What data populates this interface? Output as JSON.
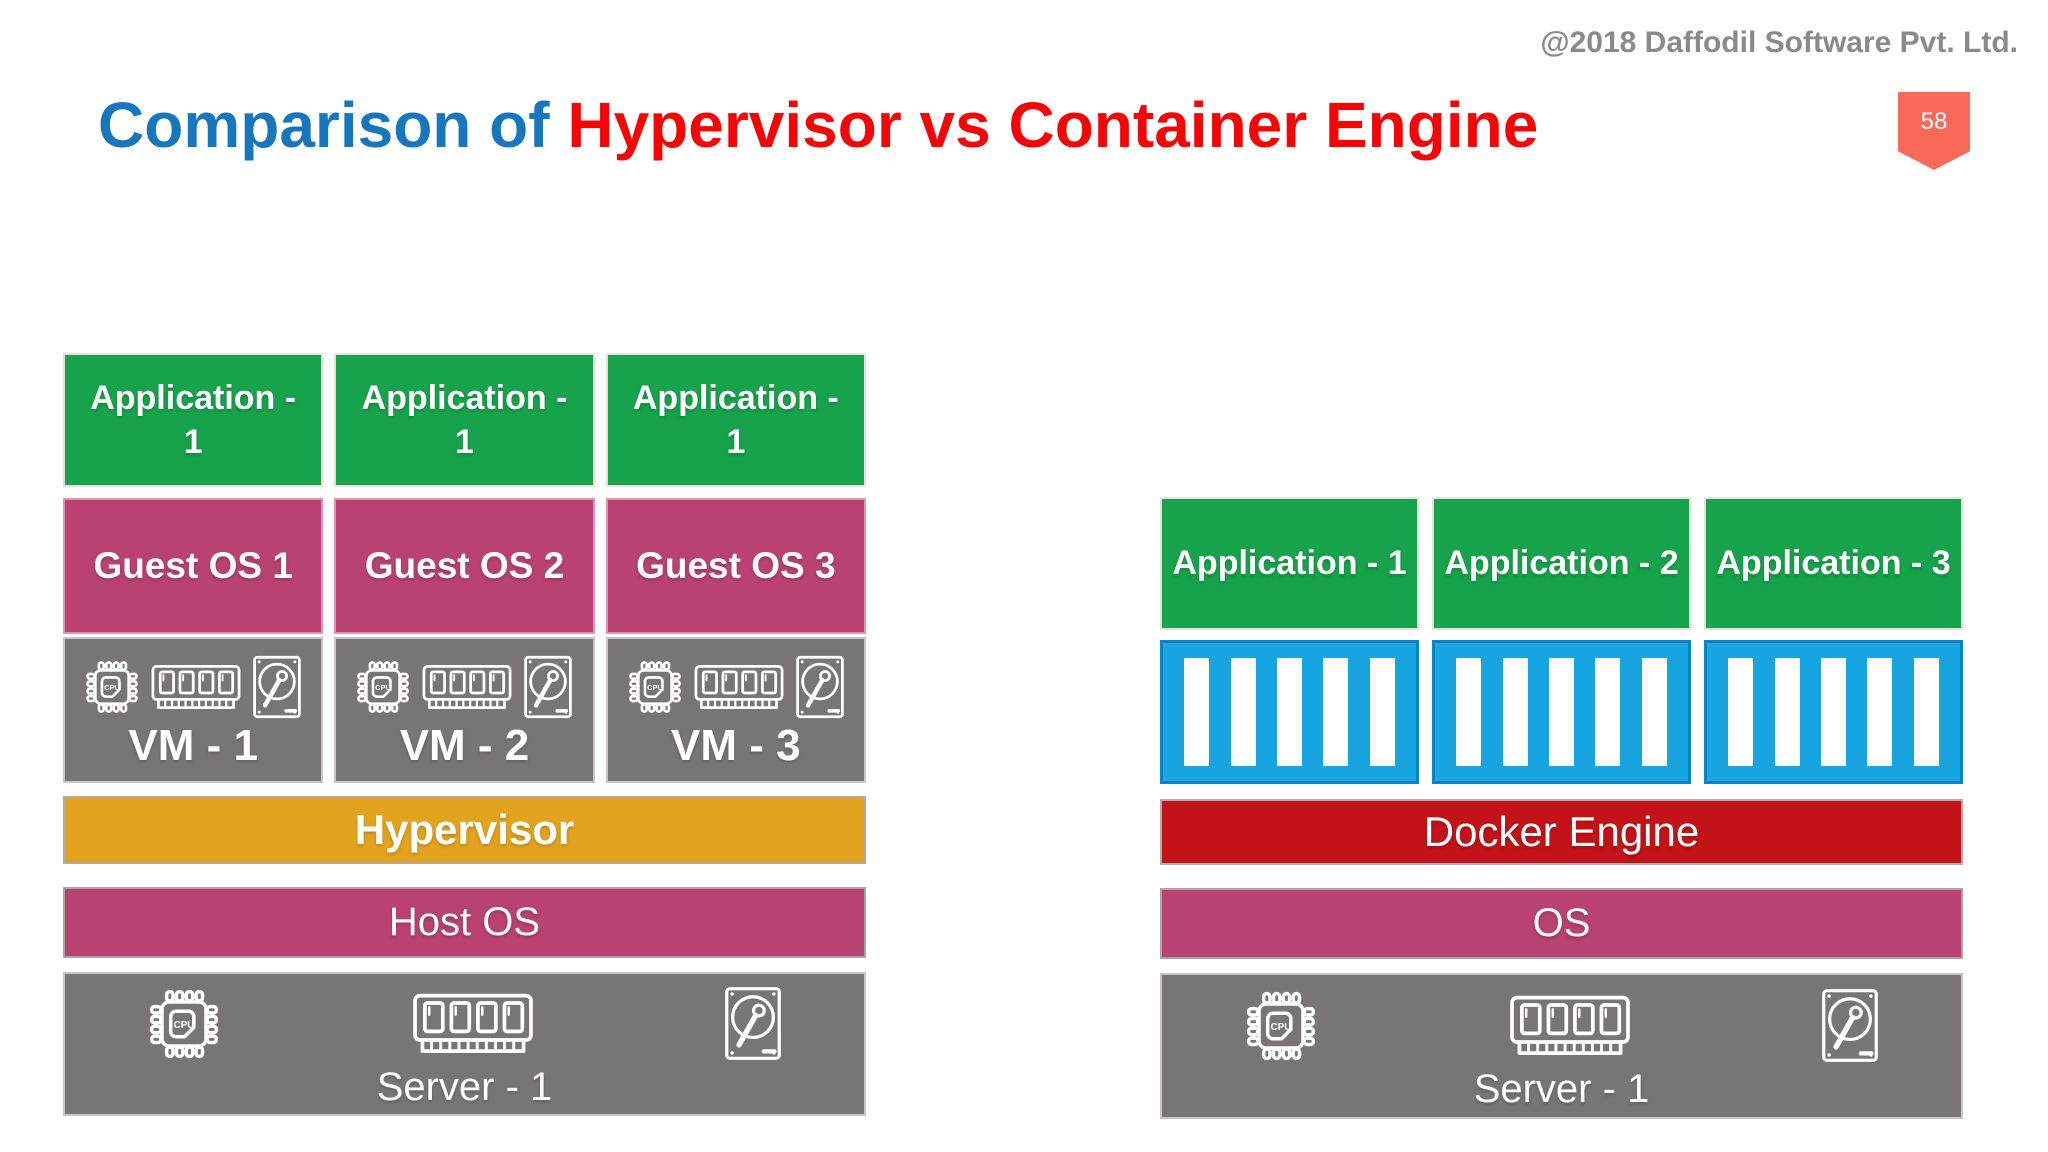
{
  "meta": {
    "copyright": "@2018 Daffodil Software Pvt. Ltd.",
    "page_number": "58"
  },
  "title": {
    "blue": "Comparison of",
    "red": "Hypervisor vs Container Engine"
  },
  "colors": {
    "title_blue": "#1777be",
    "title_red": "#f40606",
    "copyright_gray": "#8a8a8a",
    "badge_coral": "#f9695a",
    "app_green": "#17a34b",
    "os_magenta": "#b94272",
    "hardware_gray": "#7a7575",
    "hypervisor_gold": "#e2a41f",
    "docker_red": "#c31318",
    "container_blue": "#16a5e1"
  },
  "left_stack": {
    "applications": [
      "Application - 1",
      "Application - 1",
      "Application - 1"
    ],
    "guest_os": [
      "Guest OS 1",
      "Guest OS 2",
      "Guest OS 3"
    ],
    "vms": [
      "VM - 1",
      "VM - 2",
      "VM - 3"
    ],
    "hypervisor_label": "Hypervisor",
    "host_os_label": "Host OS",
    "server_label": "Server - 1"
  },
  "right_stack": {
    "applications": [
      "Application - 1",
      "Application - 2",
      "Application - 3"
    ],
    "container_count": 3,
    "engine_label": "Docker Engine",
    "os_label": "OS",
    "server_label": "Server - 1"
  },
  "icons": {
    "cpu": "cpu-chip-icon",
    "ram": "ram-memory-icon",
    "hdd": "hard-disk-icon"
  }
}
